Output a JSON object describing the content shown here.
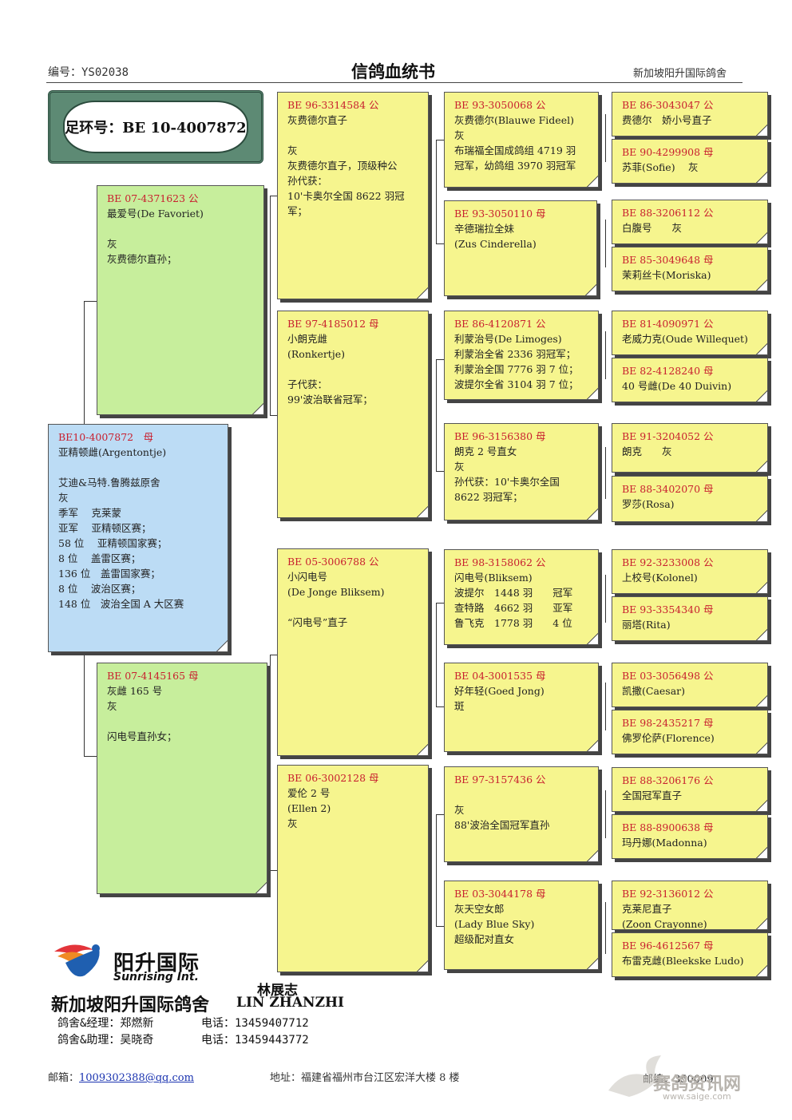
{
  "header": {
    "serial": "编号：YS02038",
    "title": "信鸽血统书",
    "loft": "新加坡阳升国际鸽舍"
  },
  "ring": {
    "label": "足环号：BE 10-4007872"
  },
  "cards": {
    "subject": {
      "ring": "BE10-4007872　母",
      "lines": [
        "亚精顿雌(Argentontje)",
        "",
        "艾迪&马特.鲁腾兹原舍",
        "灰",
        "季军　 克莱蒙",
        "亚军　 亚精顿区赛；",
        "58 位　 亚精顿国家赛；",
        "8 位　 盖雷区赛；",
        "136 位　盖雷国家赛；",
        "8 位　 波治区赛；",
        "148 位　波治全国 A 大区赛"
      ]
    },
    "sire": {
      "ring": "BE 07-4371623 公",
      "lines": [
        "最爱号(De Favoriet)",
        "",
        "灰",
        "灰费德尔直孙；"
      ]
    },
    "dam": {
      "ring": "BE 07-4145165 母",
      "lines": [
        "灰雌 165 号",
        "灰",
        "",
        "闪电号直孙女；"
      ]
    },
    "ss": {
      "ring": "BE 96-3314584 公",
      "lines": [
        "灰费德尔直子",
        "",
        "灰",
        "灰费德尔直子，顶级种公",
        "孙代获：",
        "10'卡奥尔全国 8622 羽冠",
        "军；"
      ]
    },
    "sd": {
      "ring": "BE 97-4185012 母",
      "lines": [
        "小朗克雌",
        "(Ronkertje)",
        "",
        "子代获：",
        "99'波治联省冠军；"
      ]
    },
    "ds": {
      "ring": "BE 05-3006788 公",
      "lines": [
        "小闪电号",
        "(De Jonge Bliksem)",
        "",
        "“闪电号”直子"
      ]
    },
    "dd": {
      "ring": "BE 06-3002128 母",
      "lines": [
        "爱伦 2 号",
        "(Ellen 2)",
        "灰"
      ]
    },
    "sss": {
      "ring": "BE 93-3050068 公",
      "lines": [
        "灰费德尔(Blauwe Fideel)",
        "灰",
        "布瑞福全国成鸽组 4719 羽",
        "冠军，幼鸽组 3970 羽冠军"
      ]
    },
    "ssd": {
      "ring": "BE 93-3050110 母",
      "lines": [
        "辛德瑞拉全妹",
        "(Zus Cinderella)"
      ]
    },
    "sds": {
      "ring": "BE 86-4120871 公",
      "lines": [
        "利蒙治号(De Limoges)",
        "利蒙治全省 2336 羽冠军；",
        "利蒙治全国 7776 羽 7 位；",
        "波提尔全省 3104 羽 7 位；"
      ]
    },
    "sdd": {
      "ring": "BE 96-3156380 母",
      "lines": [
        "朗克 2 号直女",
        "灰",
        "孙代获：10'卡奥尔全国",
        "8622 羽冠军；"
      ]
    },
    "dss": {
      "ring": "BE 98-3158062 公",
      "lines": [
        "闪电号(Bliksem)",
        "波提尔　1448 羽　　冠军",
        "查特路　4662 羽　　亚军",
        "鲁飞克　1778 羽　　4 位"
      ]
    },
    "dsd": {
      "ring": "BE 04-3001535 母",
      "lines": [
        "好年轻(Goed Jong)",
        "斑"
      ]
    },
    "dds": {
      "ring": "BE 97-3157436 公",
      "lines": [
        "",
        "灰",
        "88'波治全国冠军直孙"
      ]
    },
    "ddd": {
      "ring": "BE 03-3044178 母",
      "lines": [
        "灰天空女郎",
        "(Lady Blue Sky)",
        "超级配对直女"
      ]
    },
    "g1": {
      "ring": "BE 86-3043047 公",
      "lines": [
        "费德尔　娇小号直子"
      ]
    },
    "g2": {
      "ring": "BE 90-4299908 母",
      "lines": [
        "苏菲(Sofie)　 灰"
      ]
    },
    "g3": {
      "ring": "BE 88-3206112 公",
      "lines": [
        "白腹号　　灰"
      ]
    },
    "g4": {
      "ring": "BE 85-3049648 母",
      "lines": [
        "茉莉丝卡(Moriska)"
      ]
    },
    "g5": {
      "ring": "BE 81-4090971 公",
      "lines": [
        "老威力克(Oude Willequet)"
      ]
    },
    "g6": {
      "ring": "BE 82-4128240 母",
      "lines": [
        "40 号雌(De 40 Duivin)"
      ]
    },
    "g7": {
      "ring": "BE 91-3204052 公",
      "lines": [
        "朗克　　灰"
      ]
    },
    "g8": {
      "ring": "BE 88-3402070 母",
      "lines": [
        "罗莎(Rosa)"
      ]
    },
    "g9": {
      "ring": "BE 92-3233008 公",
      "lines": [
        "上校号(Kolonel)"
      ]
    },
    "g10": {
      "ring": "BE 93-3354340 母",
      "lines": [
        "丽塔(Rita)"
      ]
    },
    "g11": {
      "ring": "BE 03-3056498 公",
      "lines": [
        "凯撒(Caesar)"
      ]
    },
    "g12": {
      "ring": "BE 98-2435217 母",
      "lines": [
        "佛罗伦萨(Florence)"
      ]
    },
    "g13": {
      "ring": "BE 88-3206176 公",
      "lines": [
        "全国冠军直子"
      ]
    },
    "g14": {
      "ring": "BE 88-8900638 母",
      "lines": [
        "玛丹娜(Madonna)"
      ]
    },
    "g15": {
      "ring": "BE 92-3136012 公",
      "lines": [
        "克莱尼直子",
        "(Zoon Crayonne)"
      ]
    },
    "g16": {
      "ring": "BE 96-4612567 母",
      "lines": [
        "布雷克雌(Bleekske Ludo)"
      ]
    }
  },
  "brand": {
    "logo_cn": "阳升国际",
    "logo_en": "Sunrising Int.",
    "loft_name": "新加坡阳升国际鸽舍",
    "owner_cn": "林展志",
    "owner_en": "LIN ZHANZHI",
    "contacts": [
      {
        "role": "鸽舍&经理：郑燃新",
        "phone": "电话：13459407712"
      },
      {
        "role": "鸽舍&助理：吴晓奇",
        "phone": "电话：13459443772"
      }
    ]
  },
  "footer": {
    "email_label": "邮箱：",
    "email": "1009302388@qq.com",
    "address": "地址：福建省福州市台江区宏洋大楼 8 楼",
    "postcode": "邮编：350009",
    "watermark": "赛鸽资讯网",
    "watermark_url": "www.saige.com"
  },
  "colors": {
    "ring_red": "#c8202f",
    "yellow": "#f6f58e",
    "green": "#c7ee9c",
    "blue": "#bcdcf5"
  }
}
